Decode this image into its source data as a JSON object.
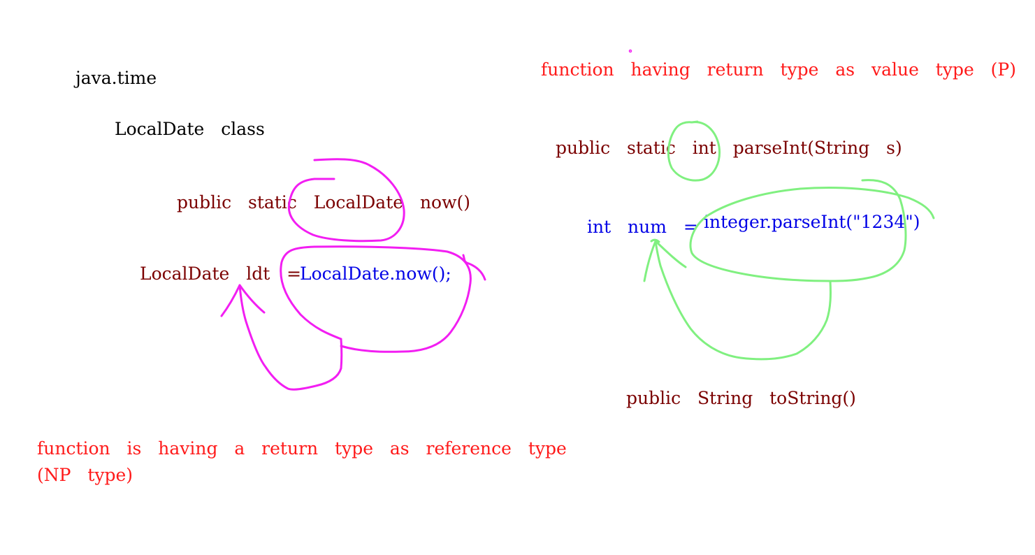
{
  "left": {
    "package": "java.time",
    "class_name": "LocalDate  class",
    "signature": "public  static  LocalDate  now()",
    "assign_lhs": "LocalDate  ldt  =",
    "assign_rhs": "LocalDate.now();",
    "note_line1": "function  is  having  a  return  type  as  reference  type",
    "note_line2": "(NP  type)"
  },
  "right": {
    "heading": "function  having  return  type  as  value  type  (P)",
    "signature": "public  static  int  parseInt(String  s)",
    "assign_lhs": "int  num  =",
    "assign_rhs": "integer.parseInt(\"1234\")",
    "tostring_signature": "public  String  toString()"
  },
  "colors": {
    "code": "#7b0000",
    "call": "#0000e6",
    "note": "#ff1a1a",
    "ink_magenta": "#f21ef2",
    "ink_green": "#80f080"
  }
}
